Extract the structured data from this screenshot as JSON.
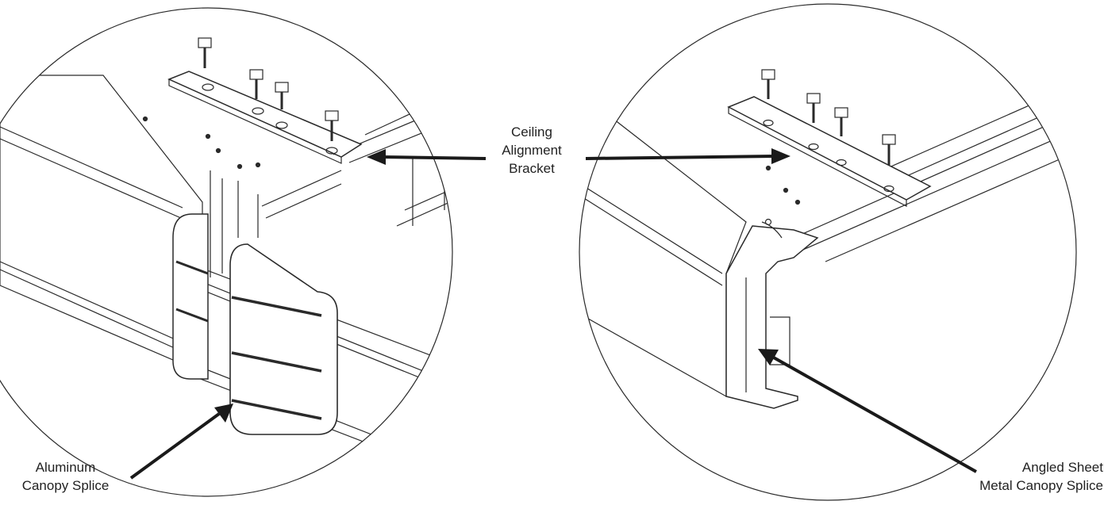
{
  "labels": {
    "ceiling_alignment_bracket": [
      "Ceiling",
      "Alignment",
      "Bracket"
    ],
    "aluminum_canopy_splice": [
      "Aluminum",
      "Canopy Splice"
    ],
    "angled_sheet_metal_canopy_splice": [
      "Angled Sheet",
      "Metal Canopy Splice"
    ]
  },
  "colors": {
    "line": "#2a2a2a",
    "arrow": "#1a1a1a",
    "fill": "#ffffff",
    "shade": "#f2f2f2"
  }
}
